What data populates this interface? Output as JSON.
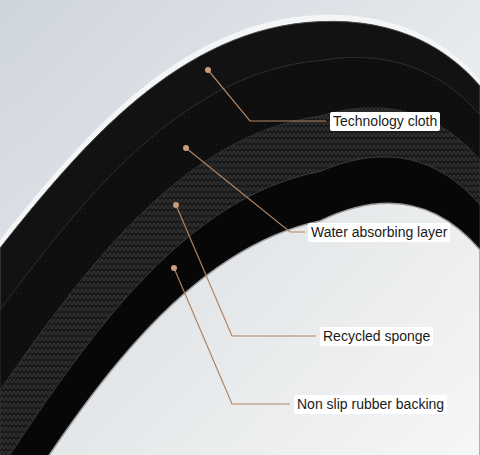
{
  "diagram": {
    "labels": [
      "Technology cloth",
      "Water absorbing layer",
      "Recycled sponge",
      "Non slip rubber backing"
    ]
  }
}
